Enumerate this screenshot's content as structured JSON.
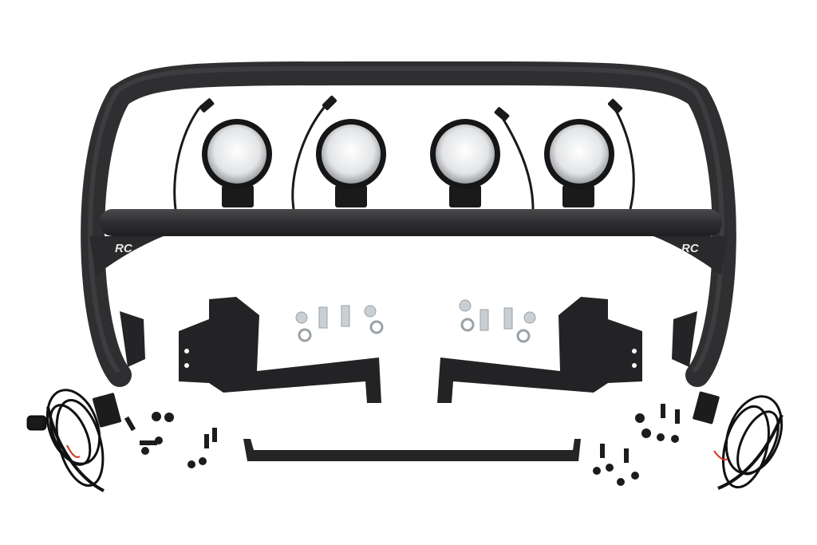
{
  "scene": {
    "subject": "front nudge bar kit with four round LED lights and mounting hardware",
    "background": "#ffffff",
    "bar_color": "#2f2f31",
    "hardware_color": "#1c1c1c",
    "zinc_color": "#c9cfd3",
    "logo_left": "RC",
    "logo_right": "RC",
    "light_count": 4
  }
}
